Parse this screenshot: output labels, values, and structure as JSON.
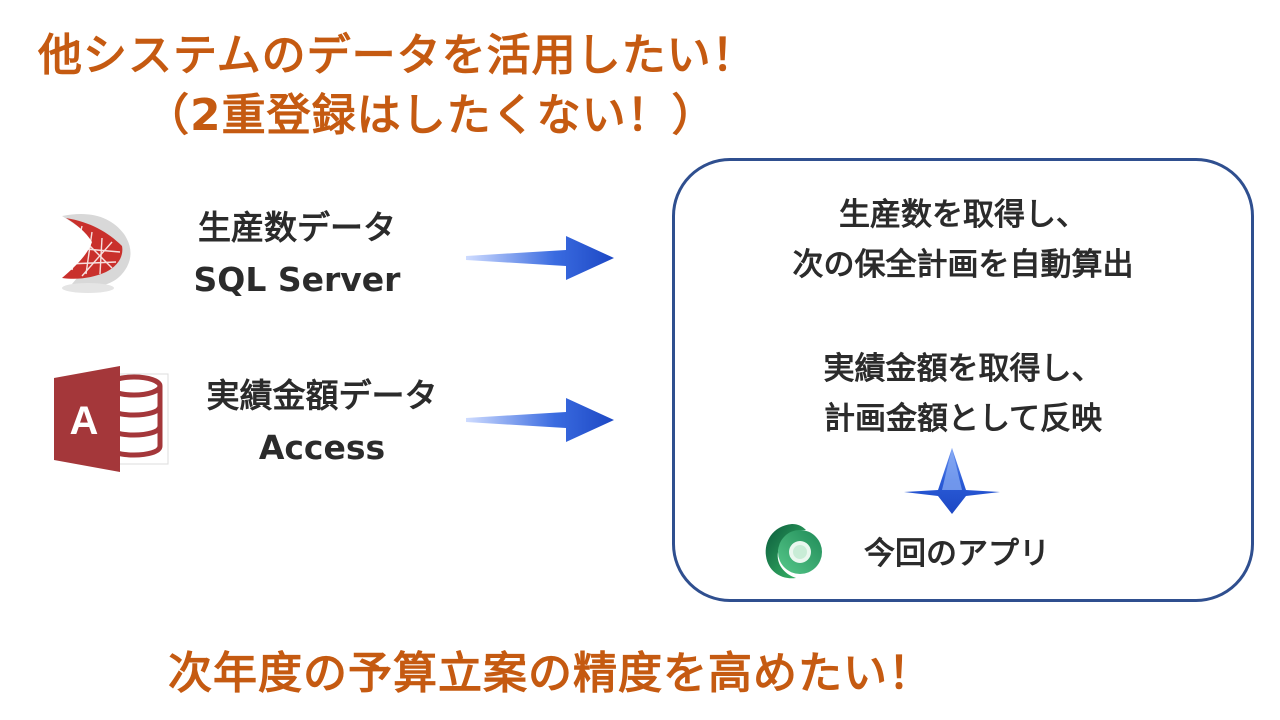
{
  "headings": {
    "line1": "他システムのデータを活用したい！",
    "line2": "（2重登録はしたくない！）",
    "bottom": "次年度の予算立案の精度を高めたい！"
  },
  "sources": [
    {
      "line1": "生産数データ",
      "line2": "SQL Server",
      "icon": "sql-server-icon"
    },
    {
      "line1": "実績金額データ",
      "line2": "Access",
      "icon": "access-icon",
      "icon_letter": "A"
    }
  ],
  "app_box": {
    "text1_line1": "生産数を取得し、",
    "text1_line2": "次の保全計画を自動算出",
    "text2_line1": "実績金額を取得し、",
    "text2_line2": "計画金額として反映",
    "app_label": "今回のアプリ",
    "app_icon": "dataverse-icon"
  },
  "colors": {
    "heading": "#c55a11",
    "box_border": "#2f4f8f",
    "arrow": "#2a5bd7",
    "text": "#2b2b2b"
  }
}
